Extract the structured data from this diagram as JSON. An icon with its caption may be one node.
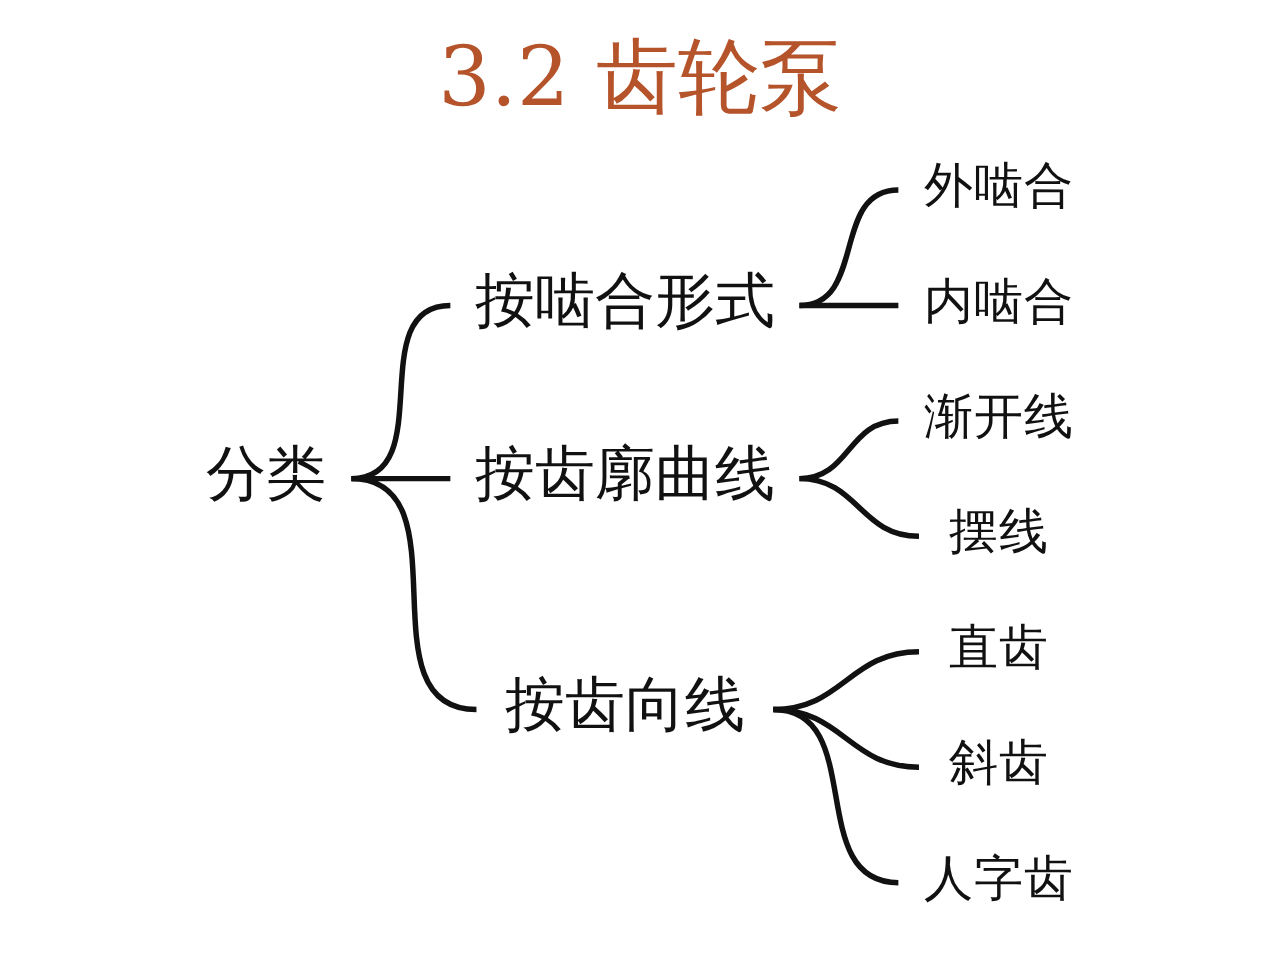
{
  "diagram": {
    "title": "3.2 齿轮泵",
    "nodes": [
      {
        "text": [
          "分类"
        ]
      },
      {
        "text": [
          "按啮合形式"
        ]
      },
      {
        "text": [
          "外啮合"
        ]
      },
      {
        "text": [
          "内啮合"
        ]
      },
      {
        "text": [
          "按齿廓曲线"
        ]
      },
      {
        "text": [
          "渐开线"
        ]
      },
      {
        "text": [
          "摆线"
        ]
      },
      {
        "text": [
          "按齿向线"
        ]
      },
      {
        "text": [
          "直齿"
        ]
      },
      {
        "text": [
          "斜齿"
        ]
      },
      {
        "text": [
          "人字齿"
        ]
      }
    ],
    "edges": [
      {
        "from": 0,
        "to": 1,
        "arrow": "none"
      },
      {
        "from": 0,
        "to": 4,
        "arrow": "none"
      },
      {
        "from": 0,
        "to": 7,
        "arrow": "none"
      },
      {
        "from": 1,
        "to": 2,
        "arrow": "none"
      },
      {
        "from": 1,
        "to": 3,
        "arrow": "none"
      },
      {
        "from": 4,
        "to": 5,
        "arrow": "none"
      },
      {
        "from": 4,
        "to": 6,
        "arrow": "none"
      },
      {
        "from": 7,
        "to": 8,
        "arrow": "none"
      },
      {
        "from": 7,
        "to": 9,
        "arrow": "none"
      },
      {
        "from": 7,
        "to": 10,
        "arrow": "none"
      }
    ]
  }
}
